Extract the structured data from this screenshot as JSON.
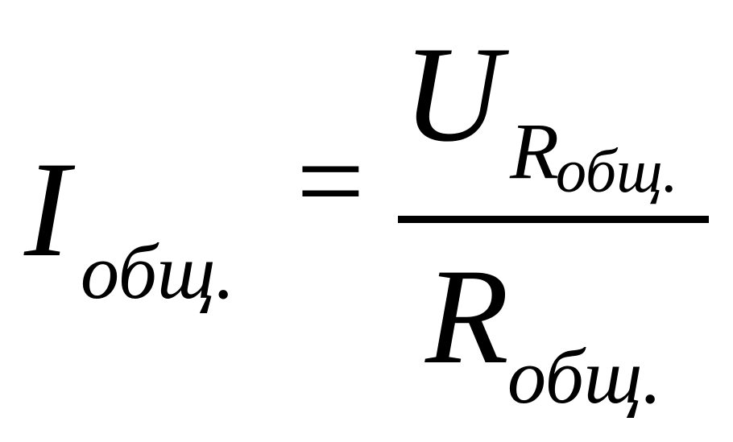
{
  "formula": {
    "lhs": {
      "symbol": "I",
      "subscript": "общ."
    },
    "operator": "=",
    "numerator": {
      "symbol": "U",
      "subscript_symbol": "R",
      "subscript_sub": "общ."
    },
    "denominator": {
      "symbol": "R",
      "subscript": "общ."
    }
  }
}
